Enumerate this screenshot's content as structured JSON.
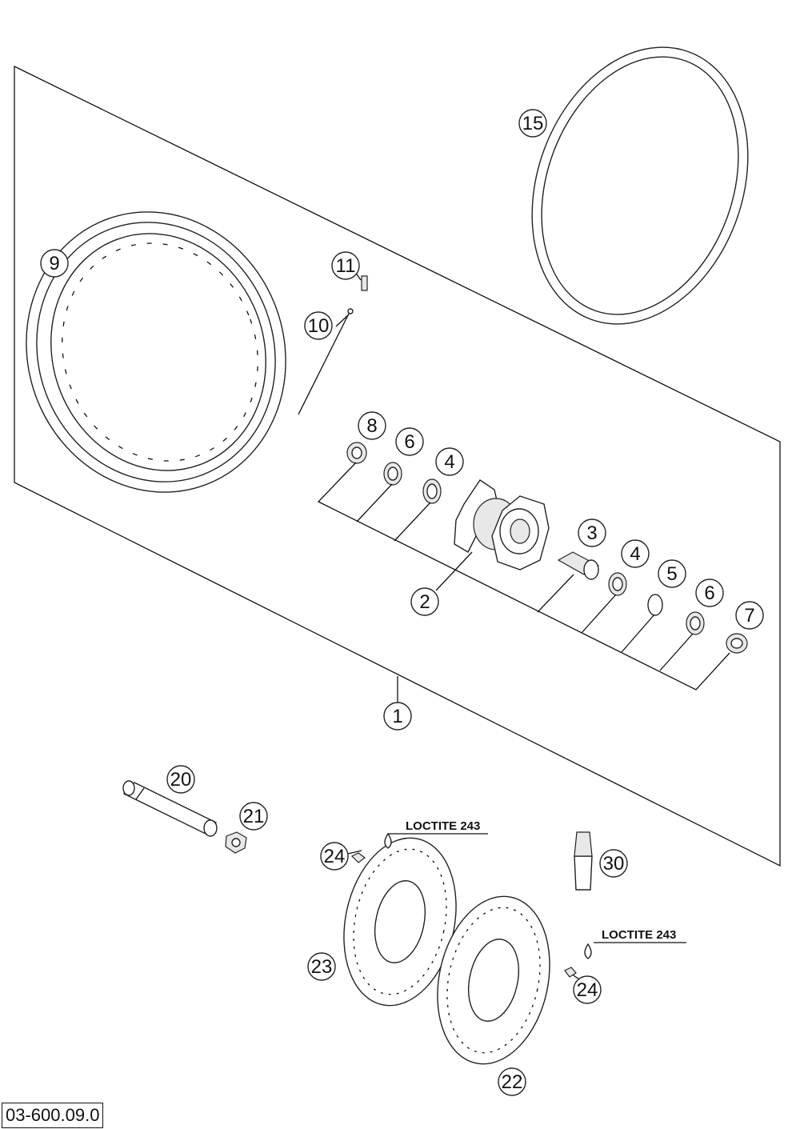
{
  "reference_number": "03-600.09.0",
  "callouts": {
    "p1": "1",
    "p2": "2",
    "p3": "3",
    "p4a": "4",
    "p4b": "4",
    "p5": "5",
    "p6a": "6",
    "p6b": "6",
    "p7": "7",
    "p8": "8",
    "p9": "9",
    "p10": "10",
    "p11": "11",
    "p15": "15",
    "p20": "20",
    "p21": "21",
    "p22": "22",
    "p23": "23",
    "p24a": "24",
    "p24b": "24",
    "p30": "30"
  },
  "notes": {
    "loctite_a": "LOCTITE 243",
    "loctite_b": "LOCTITE 243"
  }
}
